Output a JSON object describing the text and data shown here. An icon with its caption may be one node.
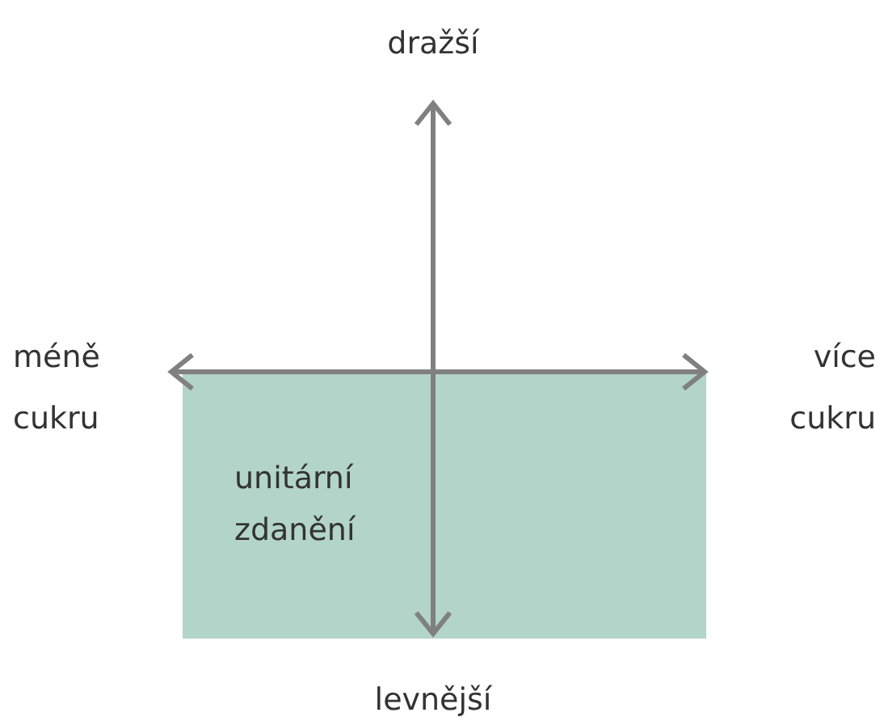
{
  "diagram": {
    "nodes": [
      {
        "text": [
          "unitární zdanění"
        ]
      }
    ],
    "labels": [
      "dražší",
      "méně cukru",
      "více cukru",
      "levnější"
    ]
  }
}
